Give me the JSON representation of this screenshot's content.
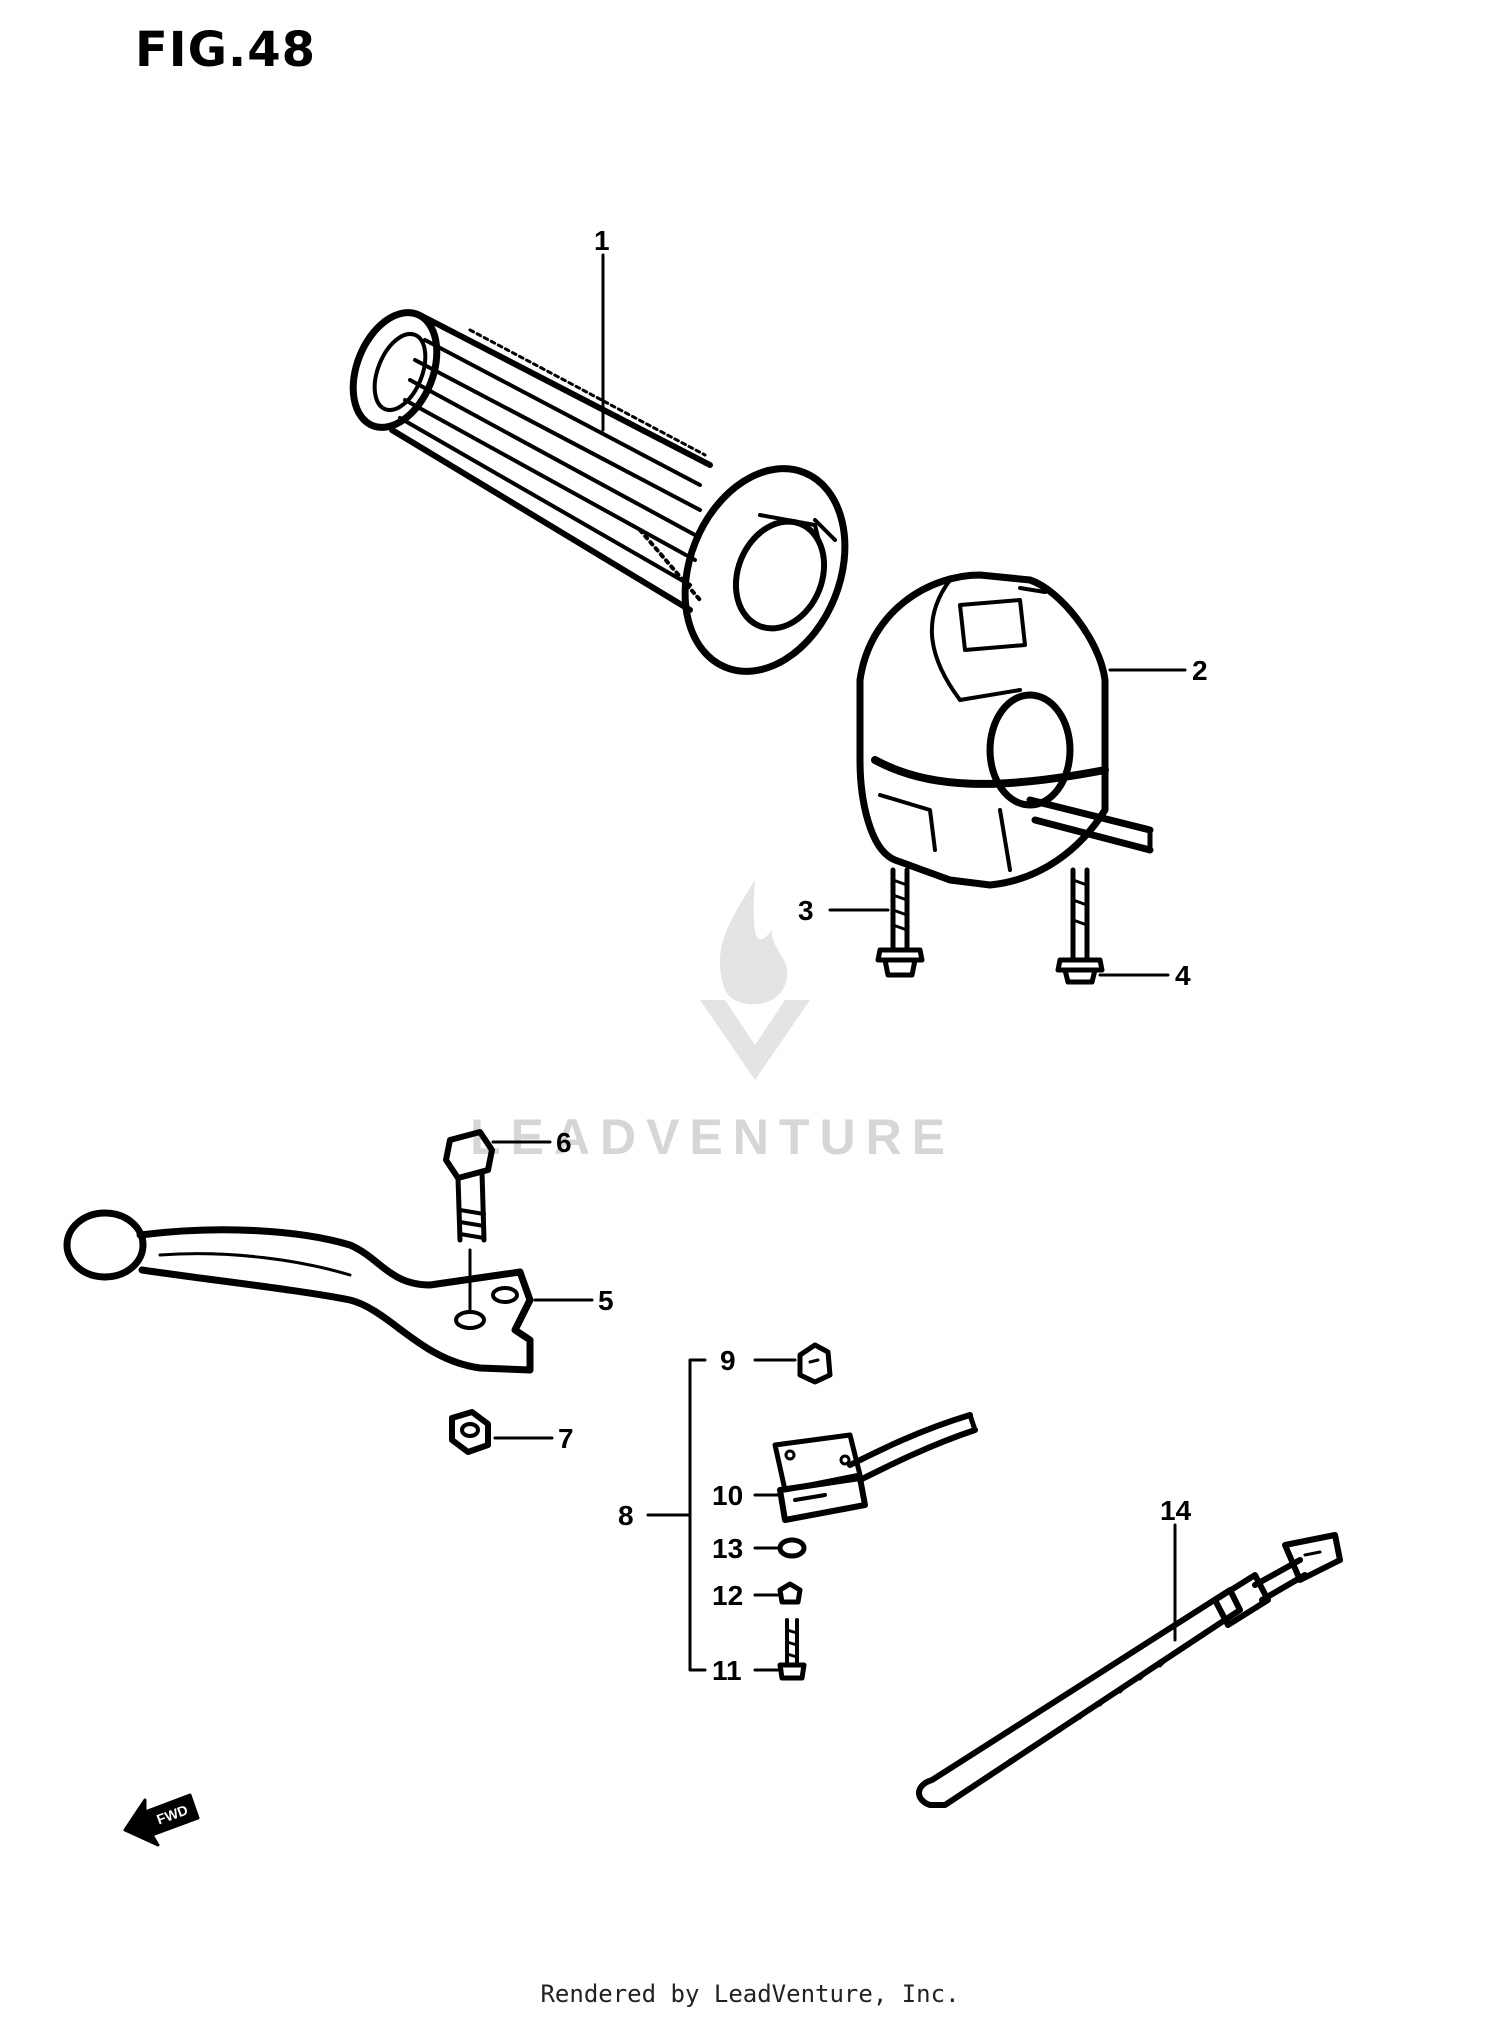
{
  "title": "FIG.48",
  "watermark": "LEADVENTURE",
  "footer": "Rendered by LeadVenture, Inc.",
  "fwd_marker": "FWD",
  "callouts": {
    "c1": "1",
    "c2": "2",
    "c3": "3",
    "c4": "4",
    "c5": "5",
    "c6": "6",
    "c7": "7",
    "c8": "8",
    "c9": "9",
    "c10": "10",
    "c11": "11",
    "c12": "12",
    "c13": "13",
    "c14": "14"
  }
}
